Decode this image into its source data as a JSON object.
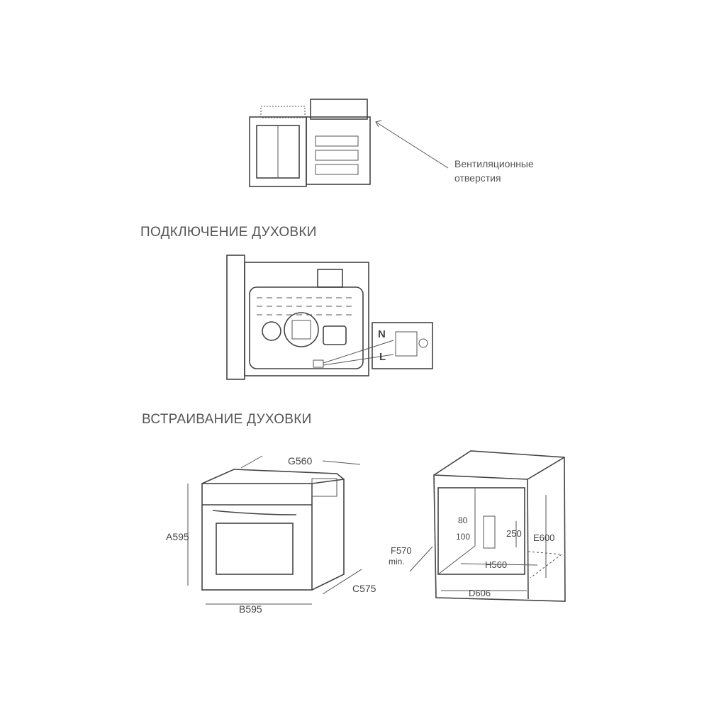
{
  "ventilation": {
    "label_line1": "Вентиляционные",
    "label_line2": "отверстия"
  },
  "connection": {
    "title": "ПОДКЛЮЧЕНИЕ ДУХОВКИ",
    "terminal_n": "N",
    "terminal_l": "L"
  },
  "installation": {
    "title": "ВСТРАИВАНИЕ ДУХОВКИ",
    "oven_dims": {
      "a": "A595",
      "b": "B595",
      "c": "C575",
      "g": "G560"
    },
    "niche_dims": {
      "e": "E600",
      "d": "D606",
      "h": "H560",
      "f": "F570",
      "f_note": "min.",
      "d80": "80",
      "d100": "100",
      "d250": "250"
    }
  }
}
